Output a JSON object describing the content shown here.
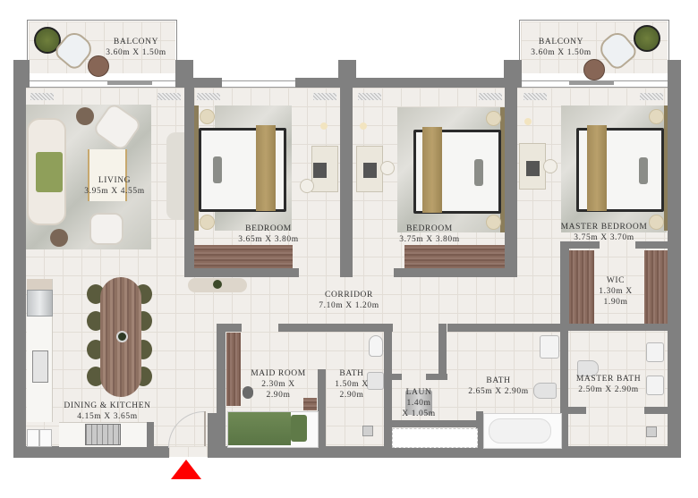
{
  "plan": {
    "rooms": {
      "balcony_left": {
        "name": "BALCONY",
        "dims": "3.60m X 1.50m"
      },
      "balcony_right": {
        "name": "BALCONY",
        "dims": "3.60m X 1.50m"
      },
      "living": {
        "name": "LIVING",
        "dims": "3.95m X 4.55m"
      },
      "bedroom_1": {
        "name": "BEDROOM",
        "dims": "3.65m X 3.80m"
      },
      "bedroom_2": {
        "name": "BEDROOM",
        "dims": "3.75m X 3.80m"
      },
      "master_bedroom": {
        "name": "MASTER BEDROOM",
        "dims": "3.75m X 3.70m"
      },
      "wic": {
        "name": "WIC",
        "dims_1": "1.30m X",
        "dims_2": "1.90m"
      },
      "corridor": {
        "name": "CORRIDOR",
        "dims": "7.10m X 1.20m"
      },
      "dining_kitchen": {
        "name": "DINING & KITCHEN",
        "dims": "4.15m X 3.65m"
      },
      "maid_room": {
        "name": "MAID ROOM",
        "dims_1": "2.30m X",
        "dims_2": "2.90m"
      },
      "bath_small": {
        "name": "BATH",
        "dims_1": "1.50m X",
        "dims_2": "2.90m"
      },
      "laundry": {
        "name": "LAUN",
        "dims_1": "1.40m",
        "dims_2": "X 1.05m"
      },
      "bath": {
        "name": "BATH",
        "dims": "2.65m X 2.90m"
      },
      "master_bath": {
        "name": "MASTER BATH",
        "dims": "2.50m X 2.90m"
      }
    },
    "entrance_marker_color": "#ff0000",
    "wall_color": "#808080",
    "floor_color": "#f1eeea"
  }
}
